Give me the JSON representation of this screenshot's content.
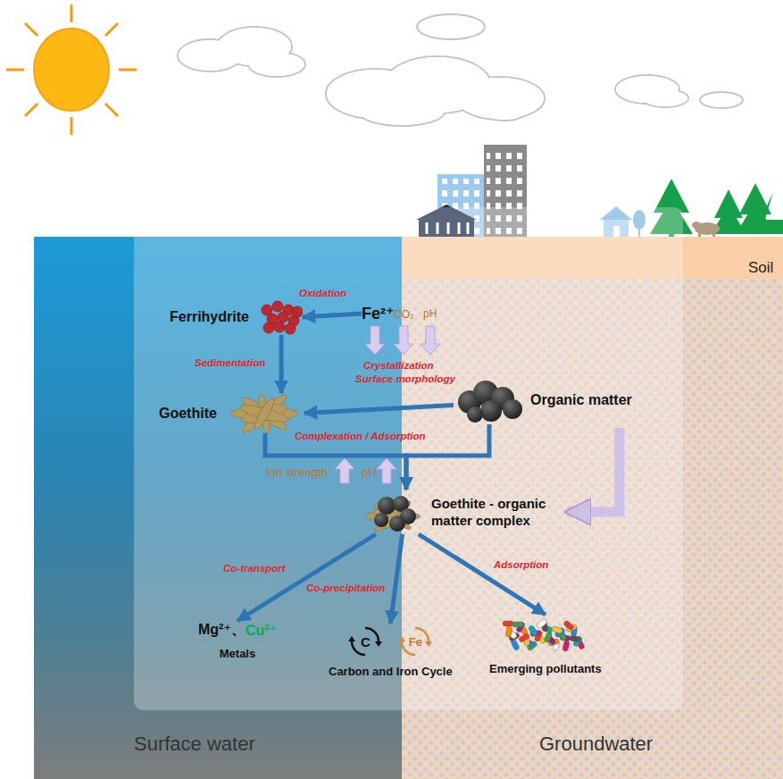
{
  "diagram": {
    "nodes": [
      {
        "text": [
          "Ferrihydrite"
        ]
      },
      {
        "text": [
          "Fe²⁺"
        ]
      },
      {
        "text": [
          "Goethite"
        ]
      },
      {
        "text": [
          "Organic matter"
        ]
      },
      {
        "text": [
          "Goethite - organic matter complex"
        ]
      },
      {
        "text": [
          "Mg²⁺、",
          "Cu²⁺",
          "Metals"
        ]
      },
      {
        "text": [
          "C",
          "Fe",
          "Carbon and Iron Cycle"
        ]
      },
      {
        "text": [
          "Emerging pollutants"
        ]
      }
    ],
    "edges": [
      {
        "from": 1,
        "to": 0,
        "arrow": "to",
        "label": "Oxidation"
      },
      {
        "from": 0,
        "to": 2,
        "arrow": "to",
        "label": "Sedimentation"
      },
      {
        "from": 3,
        "to": 2,
        "arrow": "to"
      },
      {
        "from": 2,
        "to": 4,
        "arrow": "to",
        "label": "Complexation / Adsorption"
      },
      {
        "from": 3,
        "to": 4,
        "arrow": "to"
      },
      {
        "from": 3,
        "to": 4,
        "arrow": "to"
      },
      {
        "from": 4,
        "to": 5,
        "arrow": "to",
        "label": "Co-transport"
      },
      {
        "from": 4,
        "to": 6,
        "arrow": "to",
        "label": "Co-precipitation"
      },
      {
        "from": 4,
        "to": 7,
        "arrow": "to",
        "label": "Adsorption"
      }
    ],
    "labels": [
      "Soil",
      "CO₂",
      "pH",
      "Crystallization",
      "Surface morphology",
      "Ion strength",
      "pH",
      "Surface water",
      "Groundwater"
    ]
  }
}
